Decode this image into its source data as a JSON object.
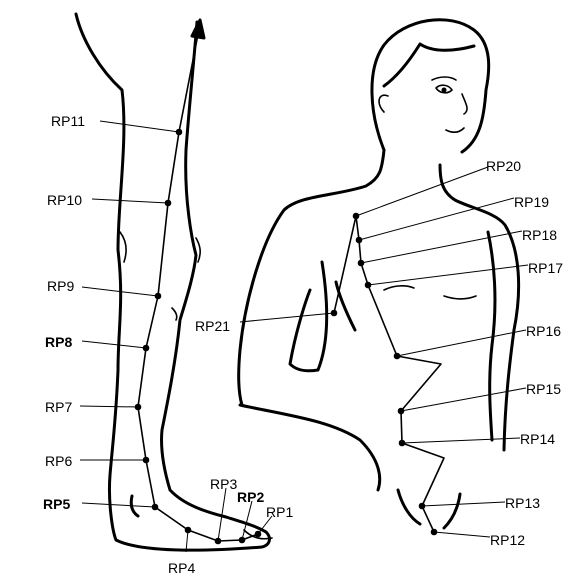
{
  "leg_points": [
    {
      "id": "rp11",
      "label": "RP11",
      "bold": false
    },
    {
      "id": "rp10",
      "label": "RP10",
      "bold": false
    },
    {
      "id": "rp9",
      "label": "RP9",
      "bold": false
    },
    {
      "id": "rp8",
      "label": "RP8",
      "bold": true
    },
    {
      "id": "rp7",
      "label": "RP7",
      "bold": false
    },
    {
      "id": "rp6",
      "label": "RP6",
      "bold": false
    },
    {
      "id": "rp5",
      "label": "RP5",
      "bold": true
    },
    {
      "id": "rp4",
      "label": "RP4",
      "bold": false
    },
    {
      "id": "rp3",
      "label": "RP3",
      "bold": false
    },
    {
      "id": "rp2",
      "label": "RP2",
      "bold": true
    },
    {
      "id": "rp1",
      "label": "RP1",
      "bold": false
    }
  ],
  "torso_points": [
    {
      "id": "rp21",
      "label": "RP21",
      "bold": false
    },
    {
      "id": "rp20",
      "label": "RP20",
      "bold": false
    },
    {
      "id": "rp19",
      "label": "RP19",
      "bold": false
    },
    {
      "id": "rp18",
      "label": "RP18",
      "bold": false
    },
    {
      "id": "rp17",
      "label": "RP17",
      "bold": false
    },
    {
      "id": "rp16",
      "label": "RP16",
      "bold": false
    },
    {
      "id": "rp15",
      "label": "RP15",
      "bold": false
    },
    {
      "id": "rp14",
      "label": "RP14",
      "bold": false
    },
    {
      "id": "rp13",
      "label": "RP13",
      "bold": false
    },
    {
      "id": "rp12",
      "label": "RP12",
      "bold": false
    }
  ]
}
